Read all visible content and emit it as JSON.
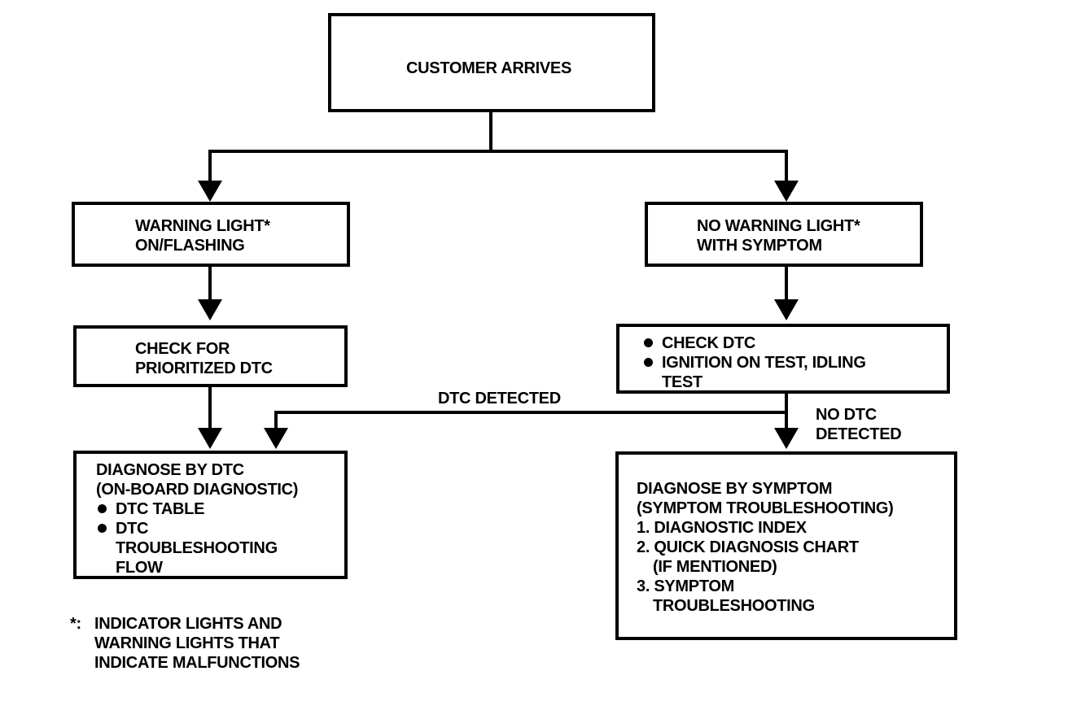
{
  "nodes": {
    "customer_arrives": {
      "title": "CUSTOMER ARRIVES"
    },
    "warning_light": {
      "lines": [
        "WARNING LIGHT*",
        "ON/FLASHING"
      ]
    },
    "no_warning_light": {
      "lines": [
        "NO WARNING LIGHT*",
        "WITH SYMPTOM"
      ]
    },
    "check_prioritized": {
      "lines": [
        "CHECK FOR",
        "PRIORITIZED DTC"
      ]
    },
    "check_dtc": {
      "items": [
        "CHECK DTC",
        "IGNITION ON TEST, IDLING",
        "TEST"
      ]
    },
    "diagnose_dtc": {
      "lines": [
        "DIAGNOSE BY DTC",
        "(ON-BOARD DIAGNOSTIC)"
      ],
      "items": [
        "DTC TABLE",
        "DTC",
        "TROUBLESHOOTING",
        "FLOW"
      ]
    },
    "diagnose_symptom": {
      "lines": [
        "DIAGNOSE BY SYMPTOM",
        "(SYMPTOM TROUBLESHOOTING)"
      ],
      "items": [
        "1. DIAGNOSTIC INDEX",
        "2. QUICK DIAGNOSIS CHART",
        "(IF MENTIONED)",
        "3. SYMPTOM",
        "TROUBLESHOOTING"
      ]
    }
  },
  "edge_labels": {
    "dtc_detected": "DTC DETECTED",
    "no_dtc_detected": [
      "NO DTC",
      "DETECTED"
    ]
  },
  "footnote": {
    "marker": "*:",
    "lines": [
      "INDICATOR LIGHTS AND",
      "WARNING LIGHTS THAT",
      "INDICATE MALFUNCTIONS"
    ]
  }
}
